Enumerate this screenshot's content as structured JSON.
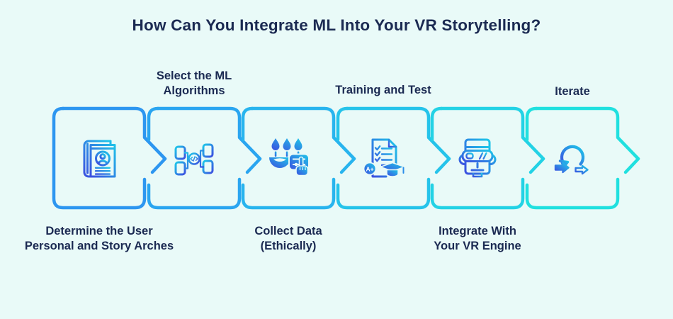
{
  "title": "How Can You Integrate ML Into Your VR Storytelling?",
  "steps": [
    {
      "id": 1,
      "icon": "user-persona-book-icon",
      "label_position": "bottom",
      "lines": [
        "Determine the User",
        "Personal and Story Arches"
      ]
    },
    {
      "id": 2,
      "icon": "ml-algorithms-icon",
      "label_position": "top",
      "lines": [
        "Select the ML",
        "Algorithms"
      ]
    },
    {
      "id": 3,
      "icon": "collect-data-hand-icon",
      "label_position": "bottom",
      "lines": [
        "Collect Data",
        "(Ethically)"
      ]
    },
    {
      "id": 4,
      "icon": "training-test-checklist-icon",
      "label_position": "top",
      "lines": [
        "Training and Test"
      ],
      "badge": "A+"
    },
    {
      "id": 5,
      "icon": "vr-headset-head-icon",
      "label_position": "bottom",
      "lines": [
        "Integrate With",
        "Your VR Engine"
      ]
    },
    {
      "id": 6,
      "icon": "iterate-loop-icon",
      "label_position": "top",
      "lines": [
        "Iterate"
      ]
    }
  ],
  "colors": {
    "background": "#E9FAF8",
    "title_text": "#1B2A52",
    "label_text": "#1B2A52",
    "card_colors": [
      "#2D96F0",
      "#2AA5F0",
      "#28B4EE",
      "#25C3EA",
      "#23D2E5",
      "#20E0DF"
    ],
    "icon_gradient_start": "#3C4FE0",
    "icon_gradient_end": "#1EC8E9",
    "icon_knockout": "#E9FAF8",
    "tassel": "#2B8DEA"
  }
}
